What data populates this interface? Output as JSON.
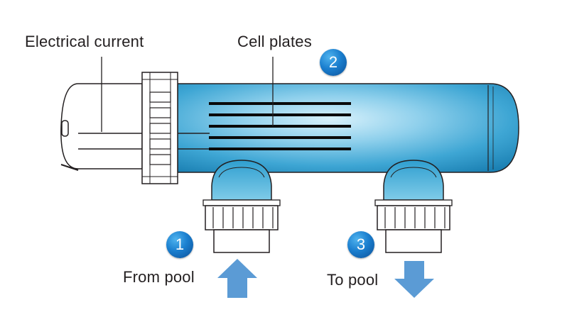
{
  "labels": {
    "electrical_current": "Electrical current",
    "cell_plates": "Cell plates",
    "from_pool": "From pool",
    "to_pool": "To pool"
  },
  "steps": [
    "1",
    "2",
    "3"
  ],
  "colors": {
    "water_light": "#bfe6f6",
    "water_mid": "#5ab8dc",
    "water_dark": "#1e86b8",
    "badge_blue": "#1b7fcf",
    "arrow_blue": "#5b9bd5",
    "outline": "#231f20",
    "plate": "#0a0a0a"
  }
}
